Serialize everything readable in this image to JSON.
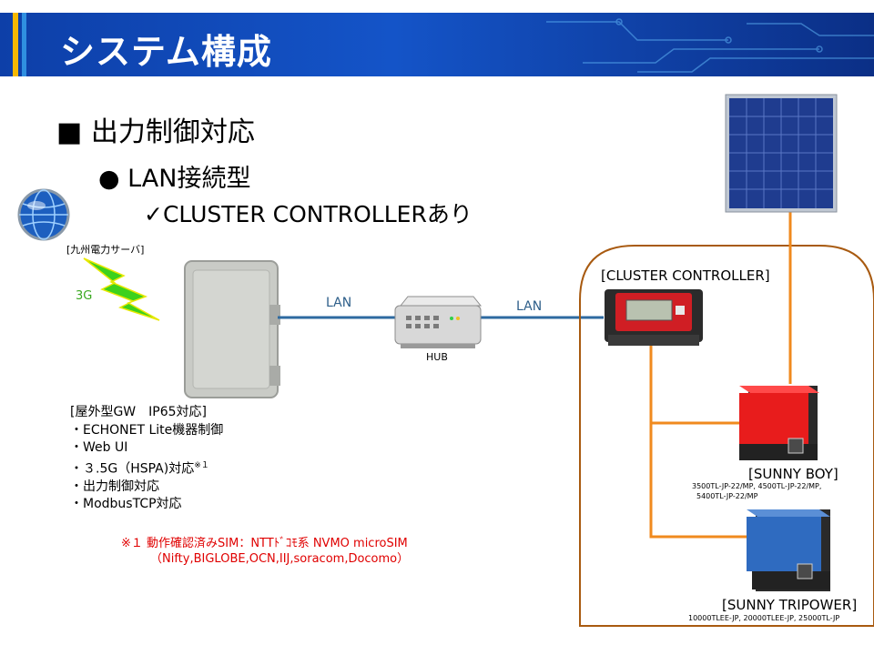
{
  "header": {
    "title": "システム構成"
  },
  "bullets": {
    "level1": "■ 出力制御対応",
    "level2": "● LAN接続型",
    "level3": "✓CLUSTER CONTROLLERあり"
  },
  "labels": {
    "server": "[九州電力サーバ]",
    "net_3g": "3G",
    "lan_left": "LAN",
    "lan_right": "LAN",
    "hub": "HUB",
    "cluster_controller": "[CLUSTER CONTROLLER]",
    "sunny_boy": "[SUNNY BOY]",
    "sunny_boy_models_1": "3500TL-JP-22/MP, 4500TL-JP-22/MP,",
    "sunny_boy_models_2": "5400TL-JP-22/MP",
    "sunny_tripower": "[SUNNY TRIPOWER]",
    "sunny_tripower_models": "10000TLEE-JP, 20000TLEE-JP, 25000TL-JP"
  },
  "gateway": {
    "title": "[屋外型GW　IP65対応]",
    "features": [
      "・ECHONET Lite機器制御",
      "・Web UI",
      "・３.5G（HSPA)対応",
      "・出力制御対応",
      "・ModbusTCP対応"
    ],
    "footnote_mark": "※１"
  },
  "footnote": {
    "line1": "※１ 動作確認済みSIM：NTTﾄﾞｺﾓ系 NVMO microSIM",
    "line2": "（Nifty,BIGLOBE,OCN,IIJ,soracom,Docomo）"
  },
  "colors": {
    "header": "#1454c8",
    "orange": "#f08a1e",
    "lan_line": "#2e6aa0",
    "lightning": "#3dd11d",
    "footnote": "#e00000"
  }
}
